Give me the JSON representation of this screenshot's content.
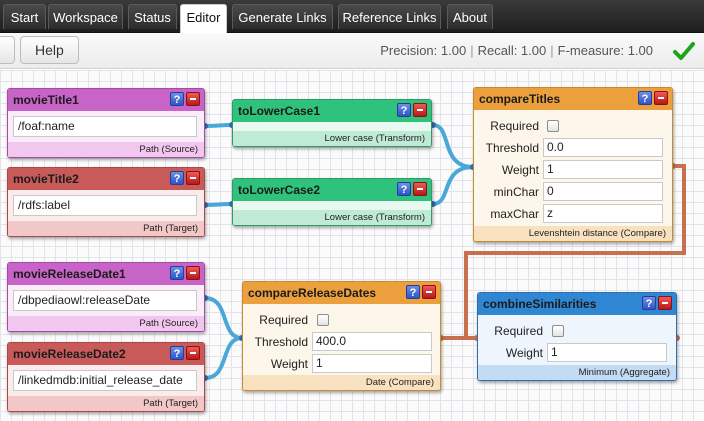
{
  "nav": {
    "tabs": [
      {
        "label": "Start"
      },
      {
        "label": "Workspace"
      },
      {
        "label": "Status"
      },
      {
        "label": "Editor"
      },
      {
        "label": "Generate Links"
      },
      {
        "label": "Reference Links"
      },
      {
        "label": "About"
      }
    ],
    "active": "Editor"
  },
  "toolbar": {
    "help_label": "Help",
    "precision": "Precision: 1.00",
    "recall": "Recall: 1.00",
    "fmeasure": "F-measure: 1.00",
    "sep": "|",
    "status_icon": "checkmark-icon",
    "status_color": "#1aa61a"
  },
  "operators": {
    "movieTitle1": {
      "title": "movieTitle1",
      "value": "/foaf:name",
      "footer": "Path (Source)"
    },
    "movieTitle2": {
      "title": "movieTitle2",
      "value": "/rdfs:label",
      "footer": "Path (Target)"
    },
    "movieReleaseDate1": {
      "title": "movieReleaseDate1",
      "value": "/dbpediaowl:releaseDate",
      "footer": "Path (Source)"
    },
    "movieReleaseDate2": {
      "title": "movieReleaseDate2",
      "value": "/linkedmdb:initial_release_date",
      "footer": "Path (Target)"
    },
    "toLowerCase1": {
      "title": "toLowerCase1",
      "footer": "Lower case (Transform)"
    },
    "toLowerCase2": {
      "title": "toLowerCase2",
      "footer": "Lower case (Transform)"
    },
    "compareTitles": {
      "title": "compareTitles",
      "required_label": "Required",
      "threshold_label": "Threshold",
      "threshold": "0.0",
      "weight_label": "Weight",
      "weight": "1",
      "minchar_label": "minChar",
      "minchar": "0",
      "maxchar_label": "maxChar",
      "maxchar": "z",
      "footer": "Levenshtein distance (Compare)"
    },
    "compareReleaseDates": {
      "title": "compareReleaseDates",
      "required_label": "Required",
      "threshold_label": "Threshold",
      "threshold": "400.0",
      "weight_label": "Weight",
      "weight": "1",
      "footer": "Date (Compare)"
    },
    "combineSimilarities": {
      "title": "combineSimilarities",
      "required_label": "Required",
      "weight_label": "Weight",
      "weight": "1",
      "footer": "Minimum (Aggregate)"
    }
  },
  "icons": {
    "help": "help-icon",
    "remove": "remove-icon"
  },
  "colors": {
    "source": "#c864c8",
    "target": "#c85a5a",
    "transform": "#2fc27c",
    "compare": "#eba03d",
    "aggregate": "#2f86d2",
    "wire_blue": "#4aa8d8",
    "wire_orange": "#c9704f"
  }
}
